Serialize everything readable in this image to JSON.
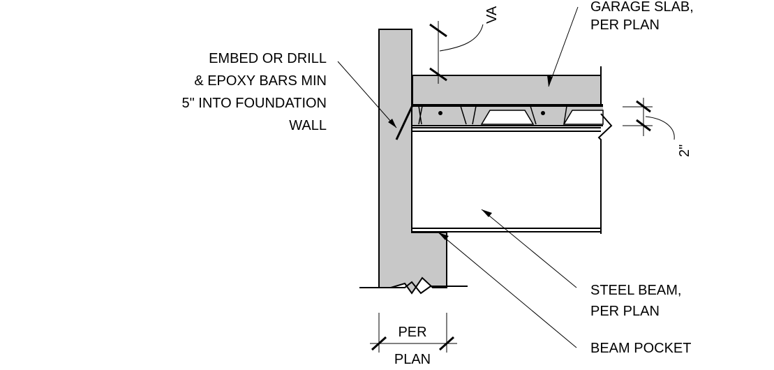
{
  "labels": {
    "embed_line1": "EMBED OR DRILL",
    "embed_line2": "& EPOXY BARS MIN",
    "embed_line3": "5\" INTO FOUNDATION",
    "embed_line4": "WALL",
    "slab_line1": "GARAGE SLAB,",
    "slab_line2": "PER PLAN",
    "vary_partial": "VA",
    "deck_dim": "2\"",
    "beam_line1": "STEEL BEAM,",
    "beam_line2": "PER PLAN",
    "pocket": "BEAM POCKET",
    "per_top": "PER",
    "per_bottom": "PLAN"
  },
  "colors": {
    "concrete_fill": "#c8c8c8",
    "line": "#000000",
    "background": "#ffffff"
  }
}
